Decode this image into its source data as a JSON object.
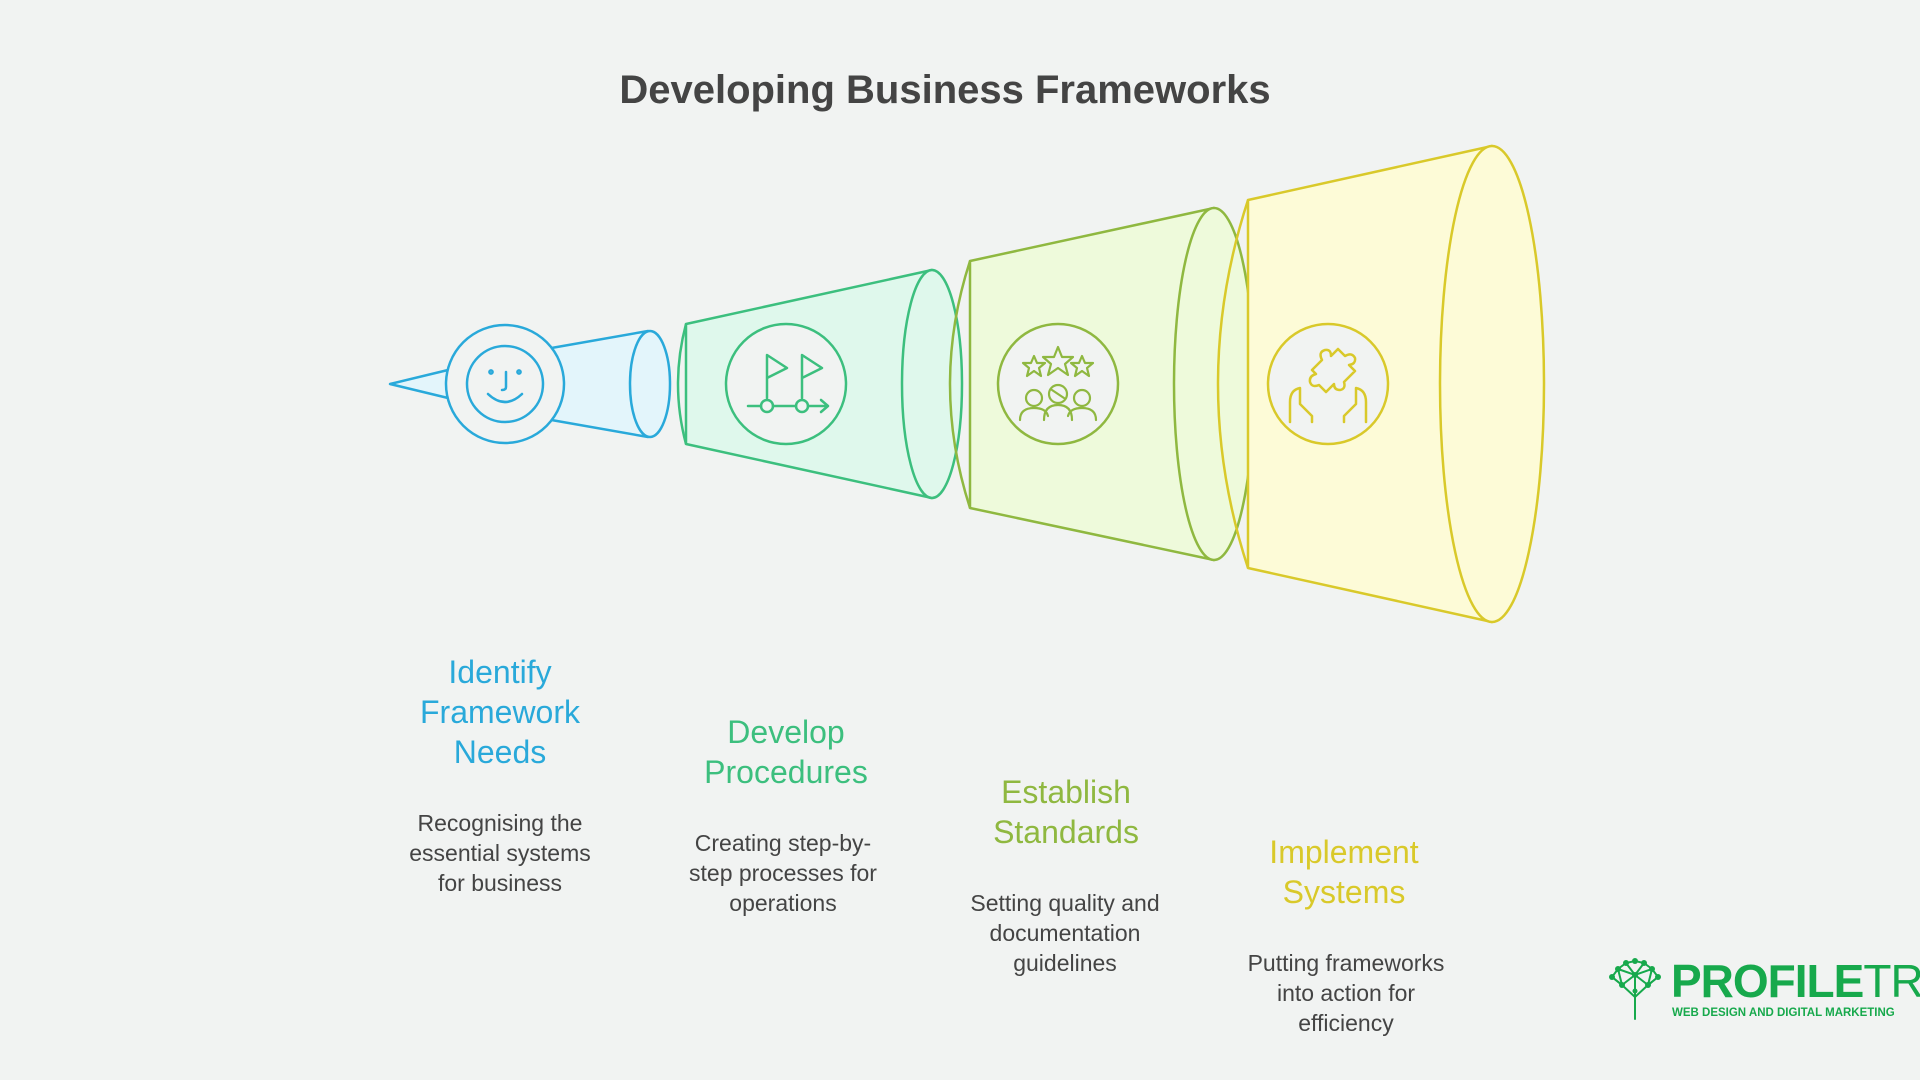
{
  "title": "Developing Business Frameworks",
  "colors": {
    "background": "#f1f3f2",
    "title": "#444444",
    "description": "#444444",
    "logo": "#17a94c"
  },
  "steps": [
    {
      "title_lines": [
        "Identify",
        "Framework",
        "Needs"
      ],
      "description_lines": [
        "Recognising the",
        "essential systems",
        "for business"
      ],
      "icon": "smiley-face-icon",
      "color": "#29a9da",
      "fill": "#e3f5fb"
    },
    {
      "title_lines": [
        "Develop",
        "Procedures"
      ],
      "description_lines": [
        "Creating step-by-",
        "step processes for",
        "operations"
      ],
      "icon": "flags-path-icon",
      "color": "#3cbf7e",
      "fill": "#dff8ec"
    },
    {
      "title_lines": [
        "Establish",
        "Standards"
      ],
      "description_lines": [
        "Setting quality and",
        "documentation",
        "guidelines"
      ],
      "icon": "stars-team-icon",
      "color": "#8fb840",
      "fill": "#eefadb"
    },
    {
      "title_lines": [
        "Implement",
        "Systems"
      ],
      "description_lines": [
        "Putting frameworks",
        "into action for",
        "efficiency"
      ],
      "icon": "hands-puzzle-icon",
      "color": "#d9c92a",
      "fill": "#fdfbd7"
    }
  ],
  "logo": {
    "name_bold": "PROFILE",
    "name_light": "TREE",
    "tagline": "WEB DESIGN AND DIGITAL MARKETING",
    "icon": "tree-network-icon"
  }
}
